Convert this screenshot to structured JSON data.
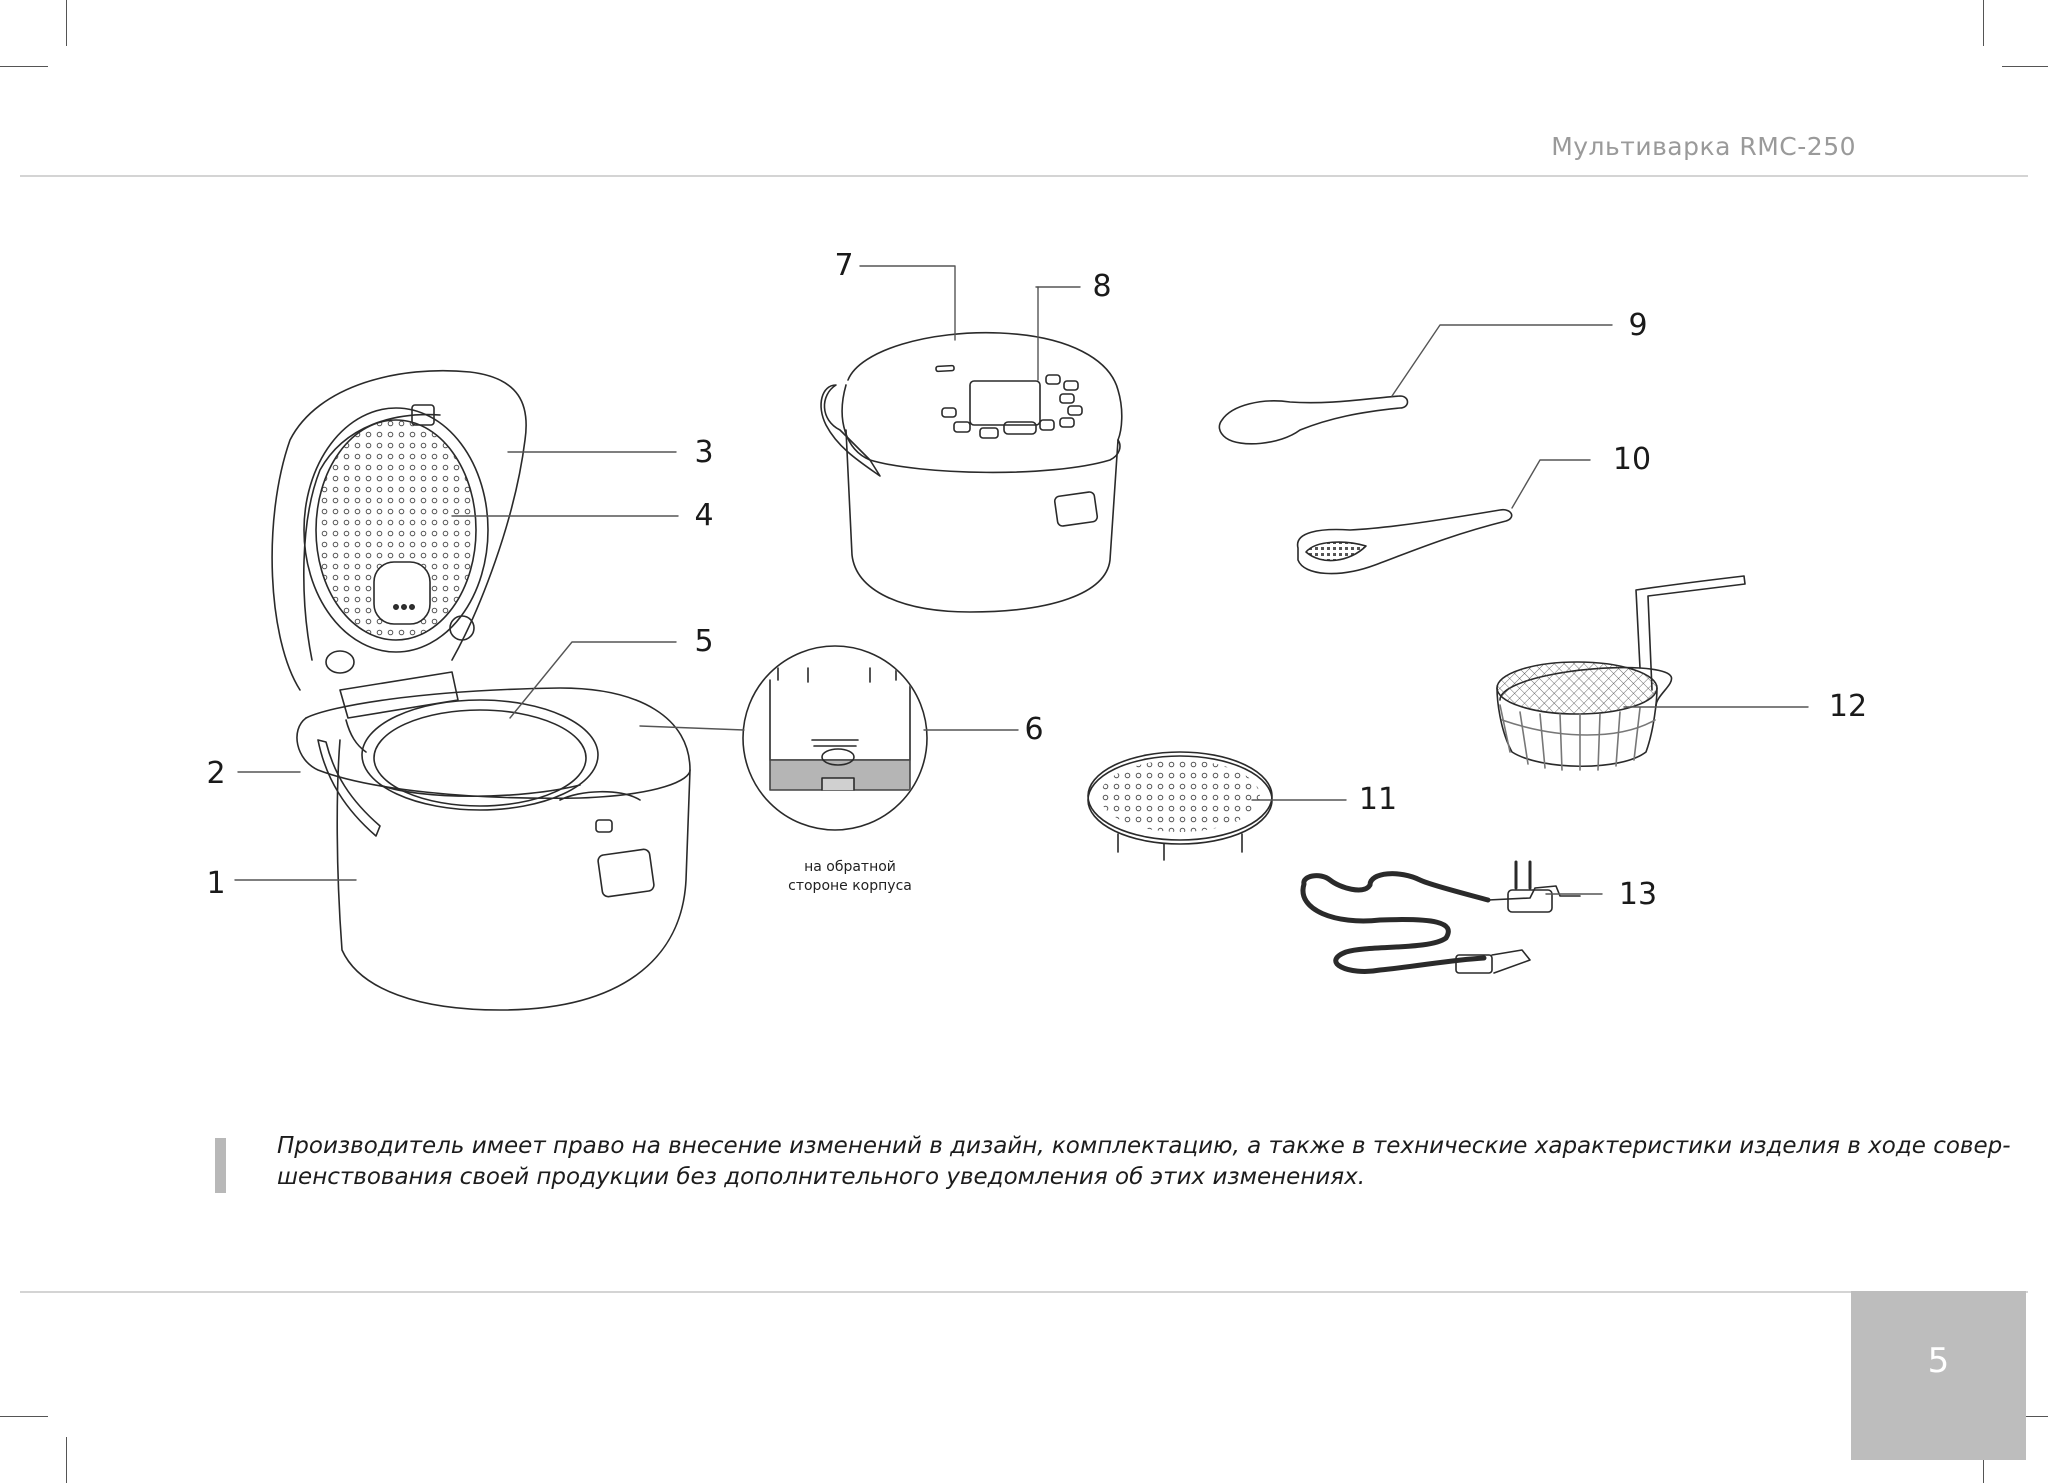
{
  "header": {
    "title": "Мультиварка RMC-250"
  },
  "figure": {
    "callouts": [
      {
        "id": "1",
        "label": "1"
      },
      {
        "id": "2",
        "label": "2"
      },
      {
        "id": "3",
        "label": "3"
      },
      {
        "id": "4",
        "label": "4"
      },
      {
        "id": "5",
        "label": "5"
      },
      {
        "id": "6",
        "label": "6"
      },
      {
        "id": "7",
        "label": "7"
      },
      {
        "id": "8",
        "label": "8"
      },
      {
        "id": "9",
        "label": "9"
      },
      {
        "id": "10",
        "label": "10"
      },
      {
        "id": "11",
        "label": "11"
      },
      {
        "id": "12",
        "label": "12"
      },
      {
        "id": "13",
        "label": "13"
      }
    ],
    "detail_caption_line1": "на обратной",
    "detail_caption_line2": "стороне корпуса"
  },
  "notice": {
    "line1": "Производитель имеет право на внесение изменений в дизайн, комплектацию, а также в технические характеристики изделия в ходе совер-",
    "line2": "шенствования своей продукции без дополнительного уведомления об этих изменениях."
  },
  "footer": {
    "page_number": "5"
  },
  "colors": {
    "rule": "#d4d4d4",
    "page_box": "#bdbdbd",
    "notice_bar": "#b8b8b8",
    "header_text": "#9a9a9a"
  }
}
